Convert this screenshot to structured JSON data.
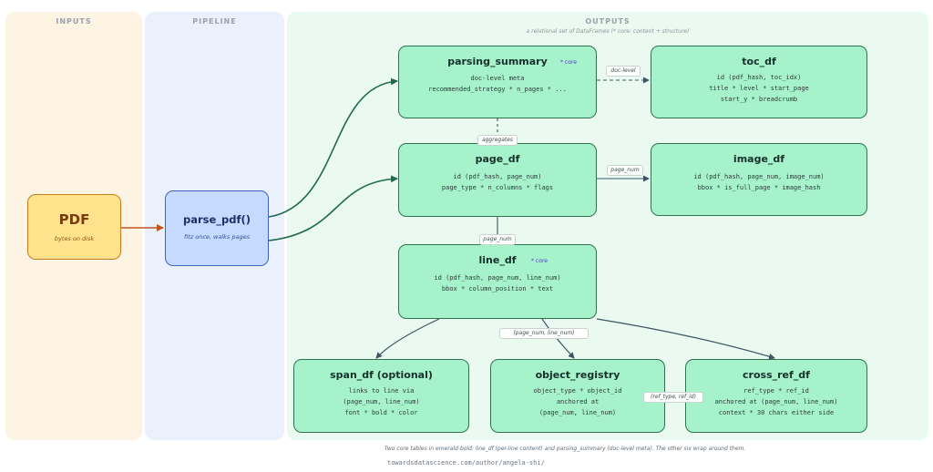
{
  "lanes": {
    "inputs": {
      "title": "INPUTS"
    },
    "pipeline": {
      "title": "PIPELINE"
    },
    "outputs": {
      "title": "OUTPUTS",
      "subtitle": "a relational set of DataFrames (* core: content + structure)"
    }
  },
  "nodes": {
    "pdf": {
      "title": "PDF",
      "subtitle": "bytes on disk"
    },
    "parse_pdf": {
      "title": "parse_pdf()",
      "subtitle": "fitz once, walks pages"
    },
    "parsing_summary": {
      "title": "parsing_summary",
      "badge": "* core",
      "lines": [
        "doc-level meta",
        "recommended_strategy * n_pages * ..."
      ]
    },
    "toc_df": {
      "title": "toc_df",
      "lines": [
        "id (pdf_hash, toc_idx)",
        "title * level * start_page",
        "start_y * breadcrumb"
      ]
    },
    "page_df": {
      "title": "page_df",
      "lines": [
        "id (pdf_hash, page_num)",
        "page_type * n_columns * flags"
      ]
    },
    "image_df": {
      "title": "image_df",
      "lines": [
        "id (pdf_hash, page_num, image_num)",
        "bbox * is_full_page * image_hash"
      ]
    },
    "line_df": {
      "title": "line_df",
      "badge": "* core",
      "lines": [
        "id (pdf_hash, page_num, line_num)",
        "bbox * column_position * text"
      ]
    },
    "span_df": {
      "title": "span_df (optional)",
      "lines": [
        "links to line via",
        "(page_num, line_num)",
        "font * bold * color"
      ]
    },
    "object_registry": {
      "title": "object_registry",
      "lines": [
        "object_type * object_id",
        "anchored at",
        "(page_num, line_num)"
      ]
    },
    "cross_ref_df": {
      "title": "cross_ref_df",
      "lines": [
        "ref_type * ref_id",
        "anchored at (page_num, line_num)",
        "context * 30 chars either side"
      ]
    }
  },
  "edge_labels": {
    "doc_level": "doc-level",
    "aggregates": "aggregates",
    "page_num_right": "page_num",
    "page_num_down": "page_num",
    "page_line": "(page_num, line_num)",
    "ref_type": "(ref_type, ref_id)"
  },
  "colors": {
    "table_fill": "#a6f2cb",
    "table_border": "#2f7151",
    "pdf_fill": "#ffe38c",
    "parse_fill": "#c5dafe",
    "arrow_green": "#1e6b47",
    "arrow_orange": "#c0571a",
    "arrow_slate": "#3b5563"
  },
  "caption": "Two core tables in emerald-bold: line_df (per-line content) and parsing_summary (doc-level meta). The other six wrap around them.",
  "credit": "towardsdatascience.com/author/angela-shi/"
}
